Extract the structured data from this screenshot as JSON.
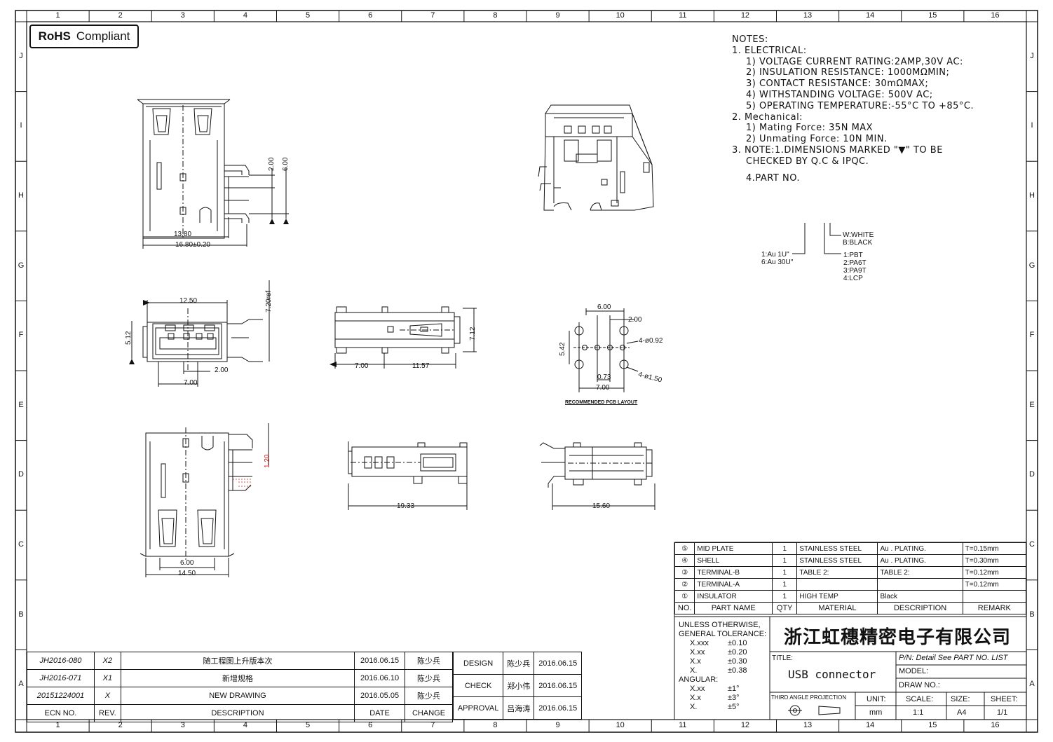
{
  "grid": {
    "columns": [
      "1",
      "2",
      "3",
      "4",
      "5",
      "6",
      "7",
      "8",
      "9",
      "10",
      "11",
      "12",
      "13",
      "14",
      "15",
      "16"
    ],
    "rows": [
      "J",
      "I",
      "H",
      "G",
      "F",
      "E",
      "D",
      "C",
      "B",
      "A"
    ]
  },
  "rohs": {
    "bold": "RoHS",
    "text": "Compliant"
  },
  "notes": {
    "title": "NOTES:",
    "lines": [
      "1. ELECTRICAL:",
      "1) VOLTAGE CURRENT RATING:2AMP,30V AC:",
      "2) INSULATION RESISTANCE: 1000MΩMIN;",
      "3) CONTACT RESISTANCE: 30mΩMAX;",
      "4) WITHSTANDING VOLTAGE: 500V AC;",
      "5) OPERATING TEMPERATURE:-55°C TO +85°C.",
      "2. Mechanical:",
      "1) Mating Force: 35N  MAX",
      "2) Unmating Force: 10N  MIN.",
      "3. NOTE:1.DIMENSIONS MARKED \"▼\" TO BE",
      "CHECKED BY Q.C & IPQC."
    ],
    "part_no": "4.PART NO."
  },
  "part_code": {
    "color": [
      "W:WHITE",
      "B:BLACK"
    ],
    "plating": [
      "1:Au 1U\"",
      "6:Au 30U\""
    ],
    "material": [
      "1:PBT",
      "2:PA6T",
      "3:PA9T",
      "4:LCP"
    ]
  },
  "dims": {
    "d200a": "2.00",
    "d600a": "6.00",
    "d1380": "13.80",
    "d1680": "16.80±0.20",
    "d1250": "12.50",
    "d720ref": "7.20ref",
    "d512": "5.12",
    "d200b": "2.00",
    "d700a": "7.00",
    "d700b": "7.00",
    "d1157": "11.57",
    "d712": "7.12",
    "d600b": "6.00",
    "d200c": "2.00",
    "d542": "5.42",
    "d092": "4-ø0.92",
    "d073": "0.73",
    "d700c": "7.00",
    "d150": "4-ø1.50",
    "pcb_label": "RECOMMENDED PCB LAYOUT",
    "d120": "1.20",
    "d1933": "19.33",
    "d1560": "15.60",
    "d600c": "6.00",
    "d1450": "14.50"
  },
  "bom": {
    "rows": [
      {
        "no": "⑤",
        "name": "MID PLATE",
        "qty": "1",
        "material": "STAINLESS STEEL",
        "desc": "Au . PLATING.",
        "remark": "T=0.15mm"
      },
      {
        "no": "④",
        "name": "SHELL",
        "qty": "1",
        "material": "STAINLESS STEEL",
        "desc": "Au . PLATING.",
        "remark": "T=0.30mm"
      },
      {
        "no": "③",
        "name": "TERMINAL-B",
        "qty": "1",
        "material": "TABLE 2:",
        "desc": "TABLE 2:",
        "remark": "T=0.12mm"
      },
      {
        "no": "②",
        "name": "TERMINAL-A",
        "qty": "1",
        "material": "",
        "desc": "",
        "remark": "T=0.12mm"
      },
      {
        "no": "①",
        "name": "INSULATOR",
        "qty": "1",
        "material": "HIGH TEMP",
        "desc": "Black",
        "remark": ""
      }
    ],
    "header": {
      "no": "NO.",
      "name": "PART NAME",
      "qty": "QTY",
      "material": "MATERIAL",
      "desc": "DESCRIPTION",
      "remark": "REMARK"
    }
  },
  "tolerance": {
    "title1": "UNLESS OTHERWISE,",
    "title2": "GENERAL TOLERANCE:",
    "rows": [
      [
        "X.xxx",
        "±0.10"
      ],
      [
        "X.xx",
        "±0.20"
      ],
      [
        "X.x",
        "±0.30"
      ],
      [
        "X.",
        "±0.38"
      ]
    ],
    "angular": "ANGULAR:",
    "arows": [
      [
        "X.xx",
        "±1°"
      ],
      [
        "X.x",
        "±3°"
      ],
      [
        "X.",
        "±5°"
      ]
    ]
  },
  "company": "浙江虹穗精密电子有限公司",
  "titleblock": {
    "title_label": "TITLE:",
    "title": "USB connector",
    "pn": "P/N: Detail See PART NO. LIST",
    "model": "MODEL:",
    "drawno": "DRAW NO.:",
    "projection": "THIRD ANGLE PROJECTION",
    "unit_label": "UNIT:",
    "unit": "mm",
    "scale_label": "SCALE:",
    "scale": "1:1",
    "size_label": "SIZE:",
    "size": "A4",
    "sheet_label": "SHEET:",
    "sheet": "1/1"
  },
  "revisions": {
    "rows": [
      {
        "ecn": "JH2016-080",
        "rev": "X2",
        "desc": "随工程图上升版本次",
        "date": "2016.06.15",
        "change": "陈少兵"
      },
      {
        "ecn": "JH2016-071",
        "rev": "X1",
        "desc": "新增规格",
        "date": "2016.06.10",
        "change": "陈少兵"
      },
      {
        "ecn": "20151224001",
        "rev": "X",
        "desc": "NEW DRAWING",
        "date": "2016.05.05",
        "change": "陈少兵"
      }
    ],
    "header": {
      "ecn": "ECN NO.",
      "rev": "REV.",
      "desc": "DESCRIPTION",
      "date": "DATE",
      "change": "CHANGE"
    }
  },
  "signoff": [
    {
      "role": "DESIGN",
      "name": "陈少兵",
      "date": "2016.06.15"
    },
    {
      "role": "CHECK",
      "name": "郑小伟",
      "date": "2016.06.15"
    },
    {
      "role": "APPROVAL",
      "name": "吕海涛",
      "date": "2016.06.15"
    }
  ]
}
